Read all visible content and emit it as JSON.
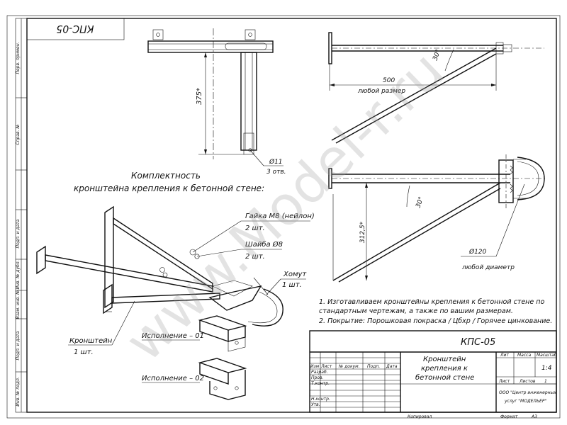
{
  "drawing": {
    "code": "КПС-05",
    "code_mirrored": "КПС-05",
    "watermark": "www.Model-r.ru",
    "kit_title_line1": "Комплектность",
    "kit_title_line2": "кронштейна крепления к бетонной стене:",
    "parts": {
      "nut": "Гайка М8 (нейлон)",
      "nut_qty": "2 шт.",
      "washer": "Шайба Ø8",
      "washer_qty": "2 шт.",
      "clamp": "Хомут",
      "clamp_qty": "1 шт.",
      "bracket": "Кронштейн",
      "bracket_qty": "1 шт.",
      "version1": "Исполнение – 01",
      "version2": "Исполнение – 02"
    },
    "dims": {
      "d375": "375*",
      "d500": "500",
      "any_size": "любой размер",
      "angle": "30°",
      "hole": "Ø11",
      "holes_qty": "3 отв.",
      "d312": "312,5*",
      "pipe": "Ø120",
      "any_diameter": "любой диаметр"
    },
    "notes": {
      "n1_line1": "1. Изготавливаем кронштейны крепления к бетонной стене по",
      "n1_line2": "стандартным чертежам, а также по вашим размерам.",
      "n2": "2. Покрытие: Порошковая покраска / Цбхр / Горячее цинкование."
    },
    "stamp": {
      "code": "КПС-05",
      "name_line1": "Кронштейн",
      "name_line2": "крепления к",
      "name_line3": "бетонной стене",
      "col_headers": [
        "Изм",
        "Лист",
        "№ докум.",
        "Подп.",
        "Дата"
      ],
      "rows": [
        "Разраб.",
        "Пров.",
        "Т.контр.",
        "",
        "Н.контр.",
        "Утв."
      ],
      "lit": "Лит",
      "mass": "Масса",
      "scale": "Масштаб",
      "scale_value": "1:4",
      "sheet": "Лист",
      "sheets": "Листов",
      "sheets_value": "1",
      "org_line1": "ООО \"Центр инженерных",
      "org_line2": "услуг \"МОДЕЛЬЕР\"",
      "copied": "Копировал",
      "format": "Формат",
      "format_value": "А3"
    },
    "side_labels": [
      "Перв. примен.",
      "Справ. №",
      "Подп. и дата",
      "Инв. № дубл.",
      "Взам. инв. №",
      "Подп. и дата",
      "Инв. № подл."
    ]
  }
}
